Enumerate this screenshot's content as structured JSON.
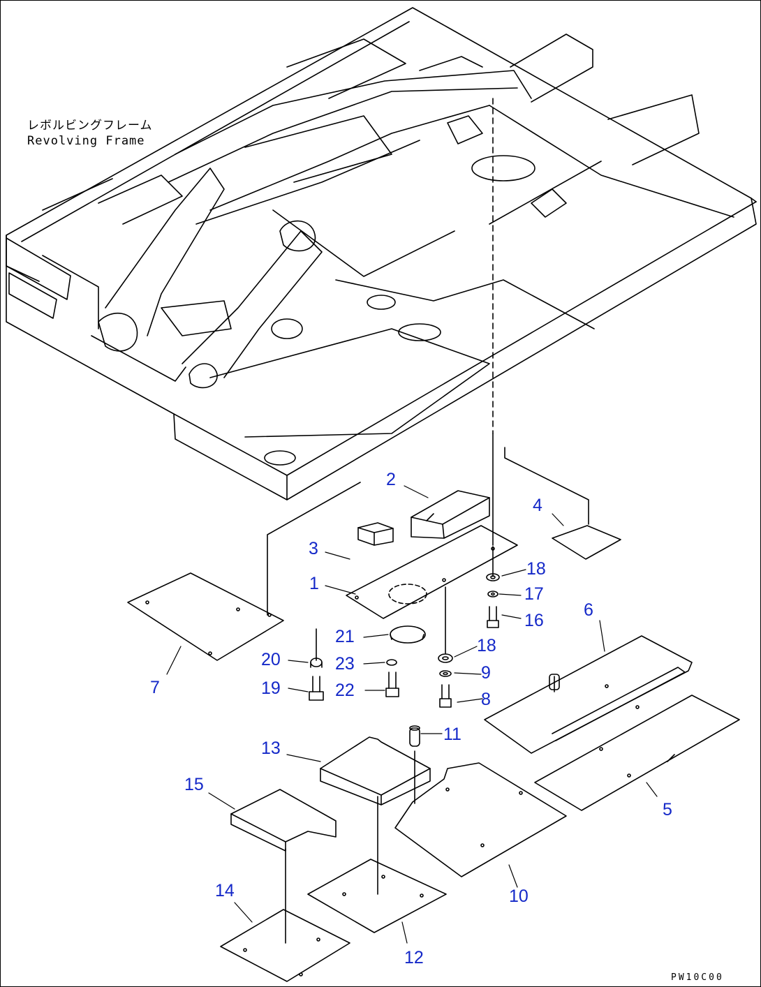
{
  "frame_label": {
    "jp": "レボルビングフレーム",
    "en": "Revolving Frame"
  },
  "callouts": [
    "1",
    "2",
    "3",
    "4",
    "5",
    "6",
    "7",
    "8",
    "9",
    "10",
    "11",
    "12",
    "13",
    "14",
    "15",
    "16",
    "17",
    "18",
    "18",
    "19",
    "20",
    "21",
    "22",
    "23"
  ],
  "drawing_code": "PW10C00",
  "colors": {
    "line": "#000000",
    "callout": "#1428c8"
  }
}
